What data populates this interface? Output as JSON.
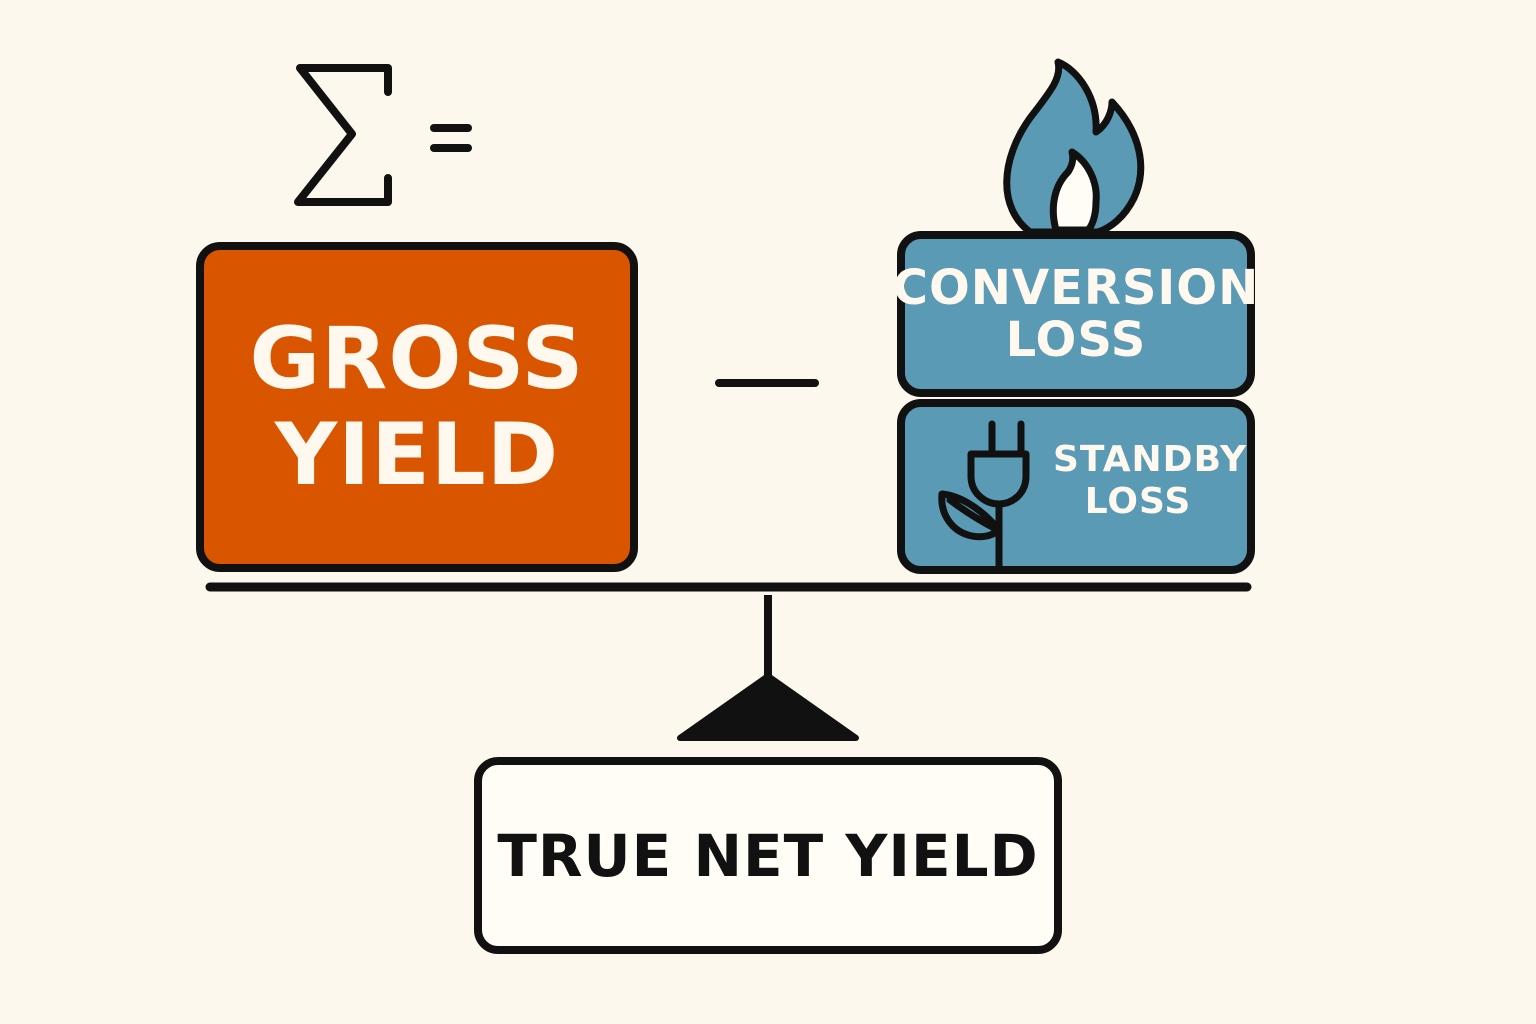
{
  "formula": {
    "sum_symbol": "∑",
    "equals_symbol": "=",
    "minus_symbol": "−"
  },
  "gross_yield": {
    "label_line1": "GROSS",
    "label_line2": "YIELD",
    "color": "#d95500"
  },
  "conversion_loss": {
    "label_line1": "CONVERSION",
    "label_line2": "LOSS",
    "icon": "flame-icon",
    "color": "#5b9ab5"
  },
  "standby_loss": {
    "label_line1": "STANDBY",
    "label_line2": "LOSS",
    "icons": [
      "plug-icon",
      "leaf-icon"
    ],
    "color": "#5b9ab5"
  },
  "result": {
    "label": "TRUE NET YIELD"
  }
}
